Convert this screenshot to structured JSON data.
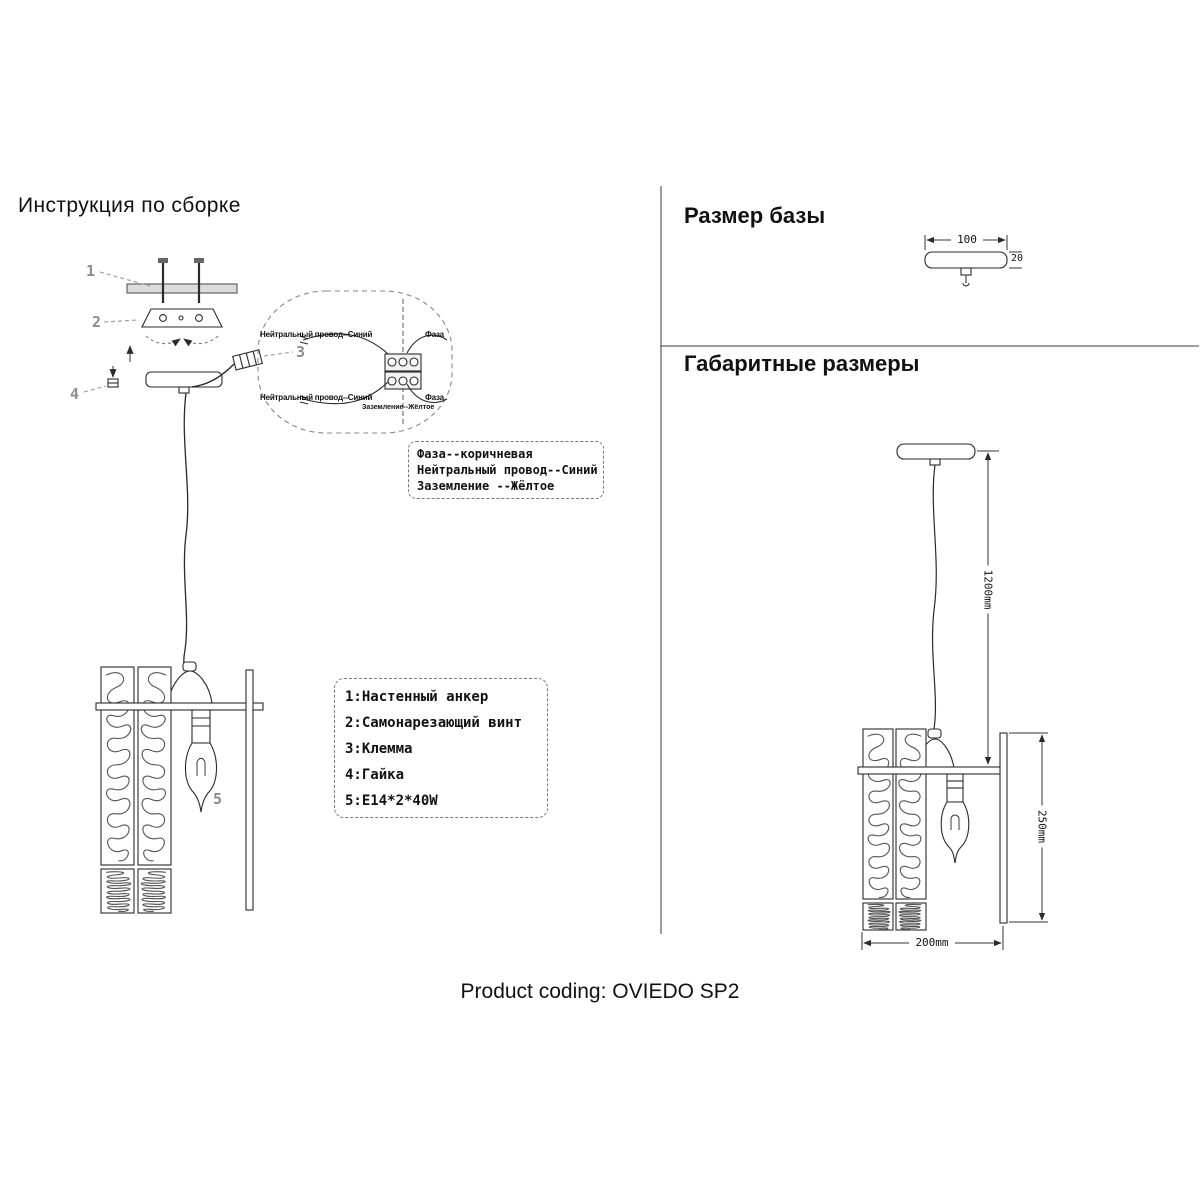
{
  "page": {
    "assembly_title": "Инструкция по сборке",
    "product_coding": "Product coding: OVIEDO SP2"
  },
  "base_size": {
    "title": "Размер базы",
    "width_label": "100",
    "height_label": "20"
  },
  "overall_size": {
    "title": "Габаритные размеры",
    "total_height_label": "1200mm",
    "shade_height_label": "250mm",
    "width_label": "200mm"
  },
  "callouts": {
    "c1": "1",
    "c2": "2",
    "c3": "3",
    "c4": "4",
    "c5": "5"
  },
  "wiring": {
    "neutral_top": "Нейтральный провод--Синий",
    "phase_top": "Фаза",
    "neutral_bottom": "Нейтральный провод--Синий",
    "phase_bottom": "Фаза",
    "ground": "Заземление--Жёлтое"
  },
  "legend": {
    "phase": "Фаза--коричневая",
    "neutral": "Нейтральный провод--Синий",
    "ground": "Заземление --Жёлтое"
  },
  "parts_list": [
    "1:Настенный анкер",
    "2:Самонарезающий винт",
    "3:Клемма",
    "4:Гайка",
    "5:E14*2*40W"
  ]
}
